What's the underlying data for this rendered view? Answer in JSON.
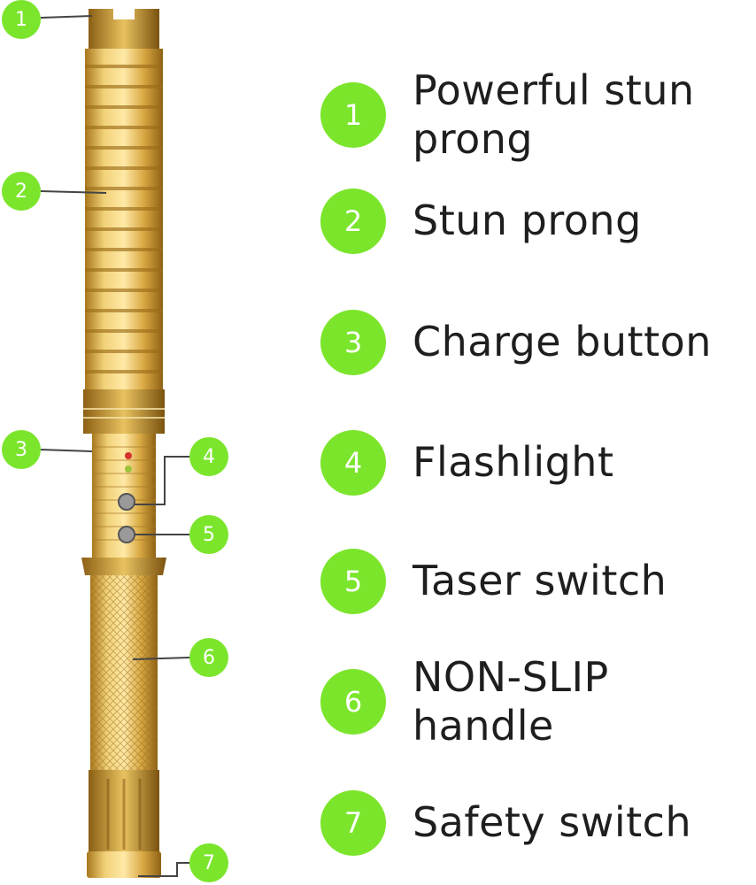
{
  "colors": {
    "badge": "#7be52c",
    "text": "#1e1e1e",
    "gold": "#d8ad3e"
  },
  "callouts": [
    "1",
    "2",
    "3",
    "4",
    "5",
    "6",
    "7"
  ],
  "features": [
    {
      "number": "1",
      "line1": "Powerful stun",
      "line2": "prong"
    },
    {
      "number": "2",
      "line1": "Stun prong",
      "line2": ""
    },
    {
      "number": "3",
      "line1": "Charge button",
      "line2": ""
    },
    {
      "number": "4",
      "line1": "Flashlight",
      "line2": ""
    },
    {
      "number": "5",
      "line1": "Taser switch",
      "line2": ""
    },
    {
      "number": "6",
      "line1": "NON-SLIP",
      "line2": "handle"
    },
    {
      "number": "7",
      "line1": "Safety switch",
      "line2": ""
    }
  ]
}
